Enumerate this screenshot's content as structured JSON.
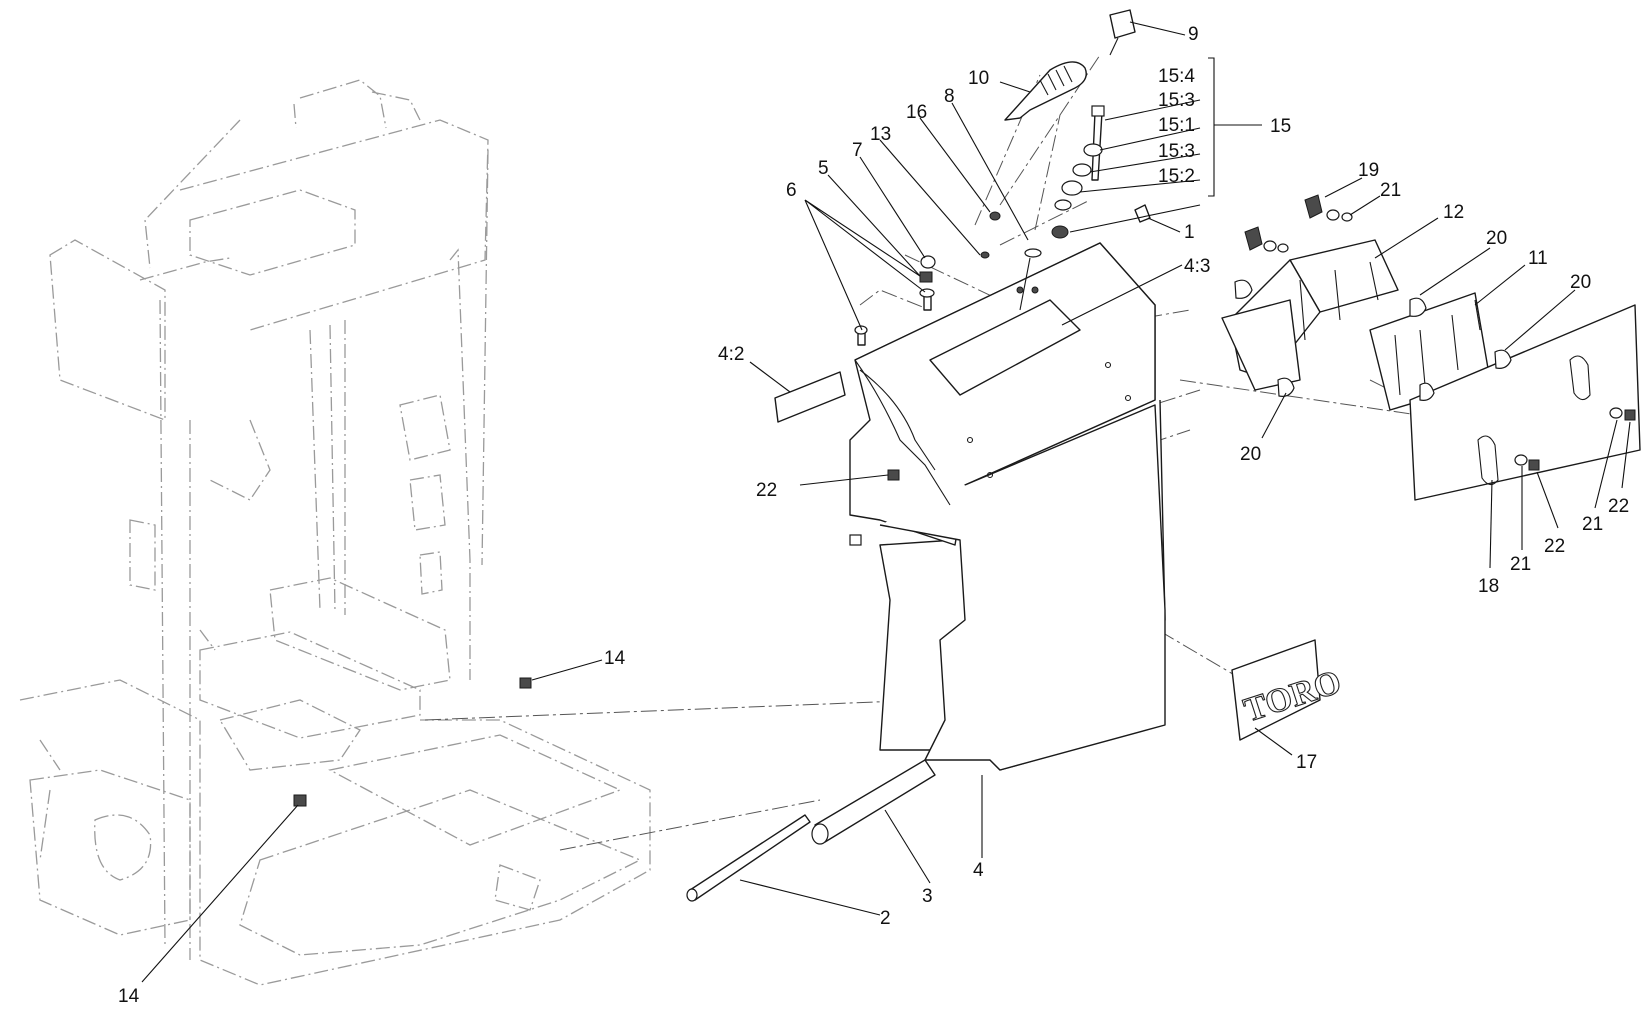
{
  "diagram": {
    "callouts": {
      "c1": "1",
      "c2": "2",
      "c3": "3",
      "c4": "4",
      "c4_2": "4:2",
      "c4_3": "4:3",
      "c5": "5",
      "c6": "6",
      "c7": "7",
      "c8": "8",
      "c9": "9",
      "c10": "10",
      "c11": "11",
      "c12": "12",
      "c13": "13",
      "c14_top": "14",
      "c14_bottom": "14",
      "c15": "15",
      "c15_4": "15:4",
      "c15_3a": "15:3",
      "c15_1": "15:1",
      "c15_3b": "15:3",
      "c15_2": "15:2",
      "c16": "16",
      "c17": "17",
      "c18": "18",
      "c19": "19",
      "c20_a": "20",
      "c20_b": "20",
      "c20_c": "20",
      "c21_a": "21",
      "c21_b": "21",
      "c21_c": "21",
      "c22_a": "22",
      "c22_b": "22",
      "c22_c": "22"
    },
    "logo_text": "TORO"
  }
}
